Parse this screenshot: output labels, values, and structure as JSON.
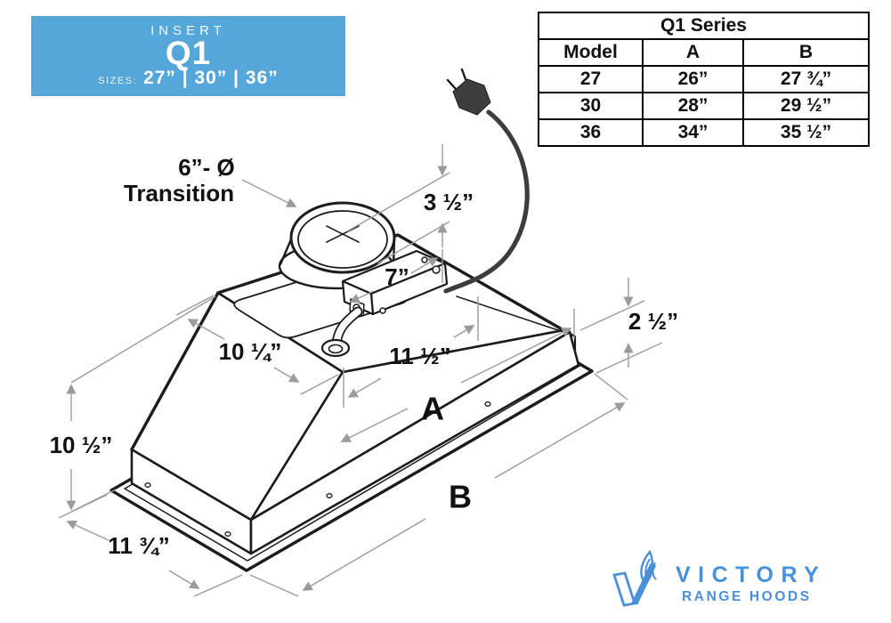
{
  "badge": {
    "kicker": "INSERT",
    "model": "Q1",
    "sizes_label": "SIZES:",
    "sizes_value": "27” | 30” | 36”",
    "bg_color": "#55a7da"
  },
  "spec_table": {
    "title": "Q1 Series",
    "columns": [
      "Model",
      "A",
      "B"
    ],
    "rows": [
      {
        "model": "27",
        "a": "26”",
        "b": "27 ¾”"
      },
      {
        "model": "30",
        "a": "28”",
        "b": "29 ½”"
      },
      {
        "model": "36",
        "a": "34”",
        "b": "35 ½”"
      }
    ]
  },
  "diagram": {
    "labels": {
      "transition_line1": "6”- Ø",
      "transition_line2": "Transition",
      "collar_height": "3 ½”",
      "box_width": "7”",
      "top_depth": "10 ¼”",
      "opening_width": "11 ½”",
      "width_a": "A",
      "rim_height": "2 ½”",
      "body_height": "10 ½”",
      "flange_depth": "11 ¾”",
      "width_b": "B"
    },
    "line_color": "#1c1c1c",
    "dim_color": "#9b9b9b"
  },
  "logo": {
    "name": "VICTORY",
    "subtitle": "RANGE HOODS",
    "color": "#4a90d9"
  }
}
